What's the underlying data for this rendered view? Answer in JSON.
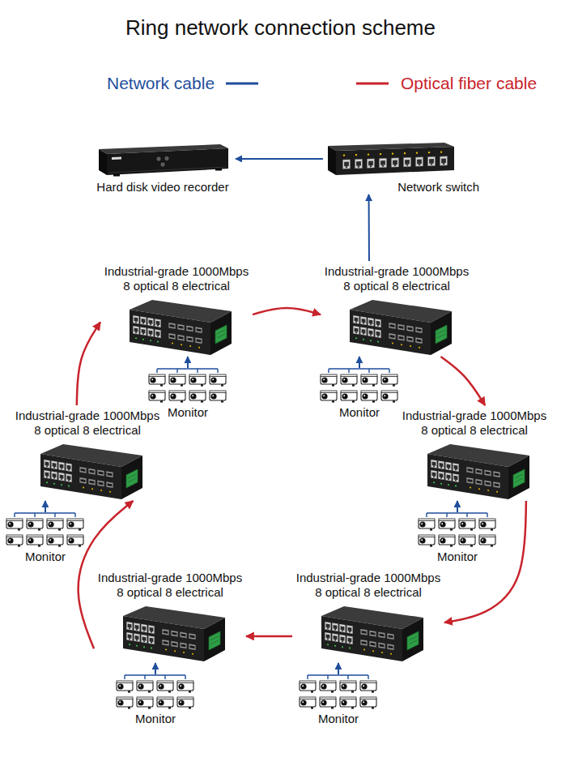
{
  "diagram": {
    "title": "Ring network connection scheme",
    "nodes": [
      {
        "text": [
          "Hard disk video recorder"
        ]
      },
      {
        "text": [
          "Network switch"
        ]
      },
      {
        "text": [
          "Industrial-grade 1000Mbps 8 optical 8 electrical"
        ]
      },
      {
        "text": [
          "Industrial-grade 1000Mbps 8 optical 8 electrical"
        ]
      },
      {
        "text": [
          "Monitor"
        ]
      },
      {
        "text": [
          "Monitor"
        ]
      },
      {
        "text": [
          "Industrial-grade 1000Mbps 8 optical 8 electrical"
        ]
      },
      {
        "text": [
          "Industrial-grade 1000Mbps 8 optical 8 electrical"
        ]
      },
      {
        "text": [
          "Monitor"
        ]
      },
      {
        "text": [
          "Monitor"
        ]
      },
      {
        "text": [
          "Industrial-grade 1000Mbps 8 optical 8 electrical"
        ]
      },
      {
        "text": [
          "Industrial-grade 1000Mbps 8 optical 8 electrical"
        ]
      },
      {
        "text": [
          "Monitor"
        ]
      },
      {
        "text": [
          "Monitor"
        ]
      }
    ],
    "edges": [
      {
        "from": 1,
        "to": 0,
        "arrow": "to"
      },
      {
        "from": 3,
        "to": 1,
        "arrow": "to"
      },
      {
        "from": 2,
        "to": 3,
        "arrow": "to"
      },
      {
        "from": 3,
        "to": 7,
        "arrow": "to"
      },
      {
        "from": 7,
        "to": 11,
        "arrow": "to"
      },
      {
        "from": 11,
        "to": 10,
        "arrow": "to"
      },
      {
        "from": 10,
        "to": 6,
        "arrow": "to"
      },
      {
        "from": 6,
        "to": 2,
        "arrow": "to"
      },
      {
        "from": 4,
        "to": 2,
        "arrow": "to"
      },
      {
        "from": 5,
        "to": 3,
        "arrow": "to"
      },
      {
        "from": 8,
        "to": 6,
        "arrow": "to"
      },
      {
        "from": 9,
        "to": 7,
        "arrow": "to"
      },
      {
        "from": 12,
        "to": 10,
        "arrow": "to"
      },
      {
        "from": 13,
        "to": 11,
        "arrow": "to"
      }
    ],
    "legend": [
      {
        "text": "Network cable"
      },
      {
        "text": "Optical fiber cable"
      }
    ]
  }
}
